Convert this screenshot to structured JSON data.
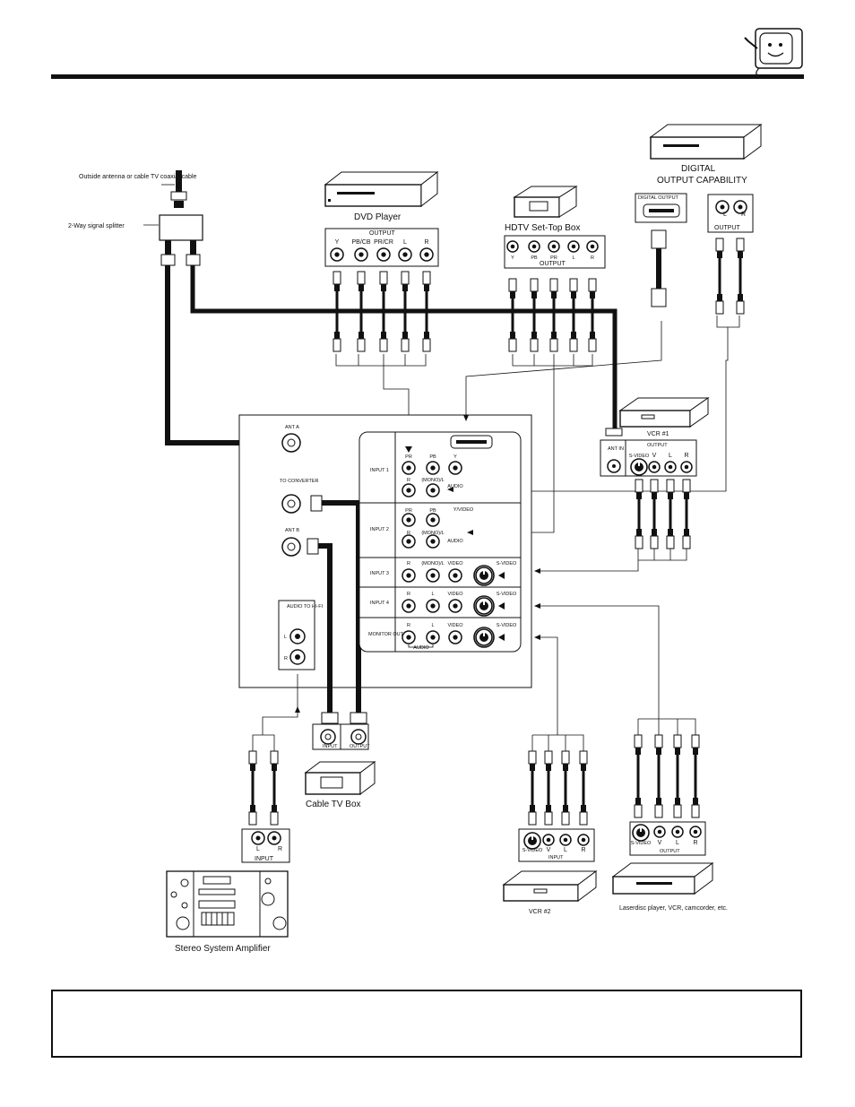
{
  "devices": {
    "antenna_label": "Outside antenna or cable TV coaxial cable",
    "splitter_label": "2-Way signal splitter",
    "dvd_player": "DVD Player",
    "dvd_output": "OUTPUT",
    "dvd_jacks": [
      "Y",
      "PB/CB",
      "PR/CR",
      "L",
      "R"
    ],
    "hdtv_box": "HDTV Set-Top Box",
    "hdtv_jacks": [
      "Y",
      "PB",
      "PR",
      "L",
      "R"
    ],
    "hdtv_output": "OUTPUT",
    "digital_line1": "DIGITAL",
    "digital_line2": "OUTPUT CAPABILITY",
    "digital_output": "DIGITAL OUTPUT",
    "digital_audio_output": "OUTPUT",
    "digital_audio_l": "L",
    "digital_audio_r": "R",
    "vcr1": "VCR #1",
    "vcr1_ant_in": "ANT IN",
    "vcr1_output": "OUTPUT",
    "vcr1_jacks": [
      "S-VIDEO",
      "V",
      "L",
      "R"
    ],
    "cable_box": "Cable TV Box",
    "cable_input": "INPUT",
    "cable_output": "OUTPUT",
    "stereo": "Stereo System Amplifier",
    "stereo_input": "INPUT",
    "stereo_l": "L",
    "stereo_r": "R",
    "vcr2": "VCR #2",
    "vcr2_input": "INPUT",
    "vcr2_jacks": [
      "S-VIDEO",
      "V",
      "L",
      "R"
    ],
    "laserdisc": "Laserdisc player, VCR, camcorder, etc.",
    "laser_output": "OUTPUT",
    "laser_jacks": [
      "S-VIDEO",
      "V",
      "L",
      "R"
    ]
  },
  "tv_panel": {
    "ant_a": "ANT A",
    "to_converter": "TO CONVERTER",
    "ant_b": "ANT B",
    "audio_to_hifi": "AUDIO TO HI-FI",
    "hifi_l": "L",
    "hifi_r": "R",
    "input1": "INPUT 1",
    "input2": "INPUT 2",
    "input3": "INPUT 3",
    "input4": "INPUT 4",
    "monitor_out": "MONITOR OUT",
    "pr": "PR",
    "pb": "PB",
    "y": "Y",
    "y_video": "Y/VIDEO",
    "r": "R",
    "l": "L",
    "mono_l": "(MONO)/L",
    "audio": "AUDIO",
    "video": "VIDEO",
    "s_video": "S-VIDEO"
  }
}
